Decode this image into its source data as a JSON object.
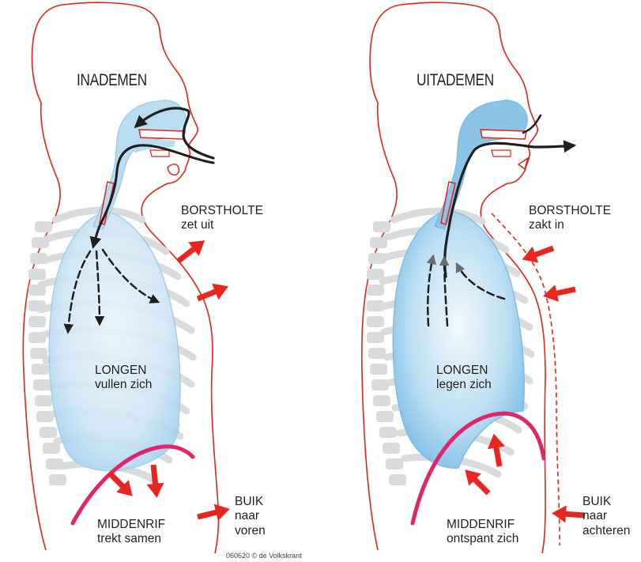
{
  "colors": {
    "outline": "#e2231a",
    "arrow_red": "#e8261f",
    "arrow_dark": "#1f1f1f",
    "lung_blue": "#b5d9ef",
    "airway_blue": "#8cc4e8",
    "rib_grey": "#d9dadb",
    "diaphragm": "#e0266b"
  },
  "inhale": {
    "title": "INADEMEN",
    "chest_label_1": "BORSTHOLTE",
    "chest_label_2": "zet uit",
    "lungs_label_1": "LONGEN",
    "lungs_label_2": "vullen zich",
    "diaphragm_label_1": "MIDDENRIF",
    "diaphragm_label_2": "trekt samen",
    "belly_label_1": "BUIK",
    "belly_label_2": "naar",
    "belly_label_3": "voren"
  },
  "exhale": {
    "title": "UITADEMEN",
    "chest_label_1": "BORSTHOLTE",
    "chest_label_2": "zakt in",
    "lungs_label_1": "LONGEN",
    "lungs_label_2": "legen zich",
    "diaphragm_label_1": "MIDDENRIF",
    "diaphragm_label_2": "ontspant zich",
    "belly_label_1": "BUIK",
    "belly_label_2": "naar",
    "belly_label_3": "achteren"
  },
  "credit": "060620 © de Volkskrant"
}
